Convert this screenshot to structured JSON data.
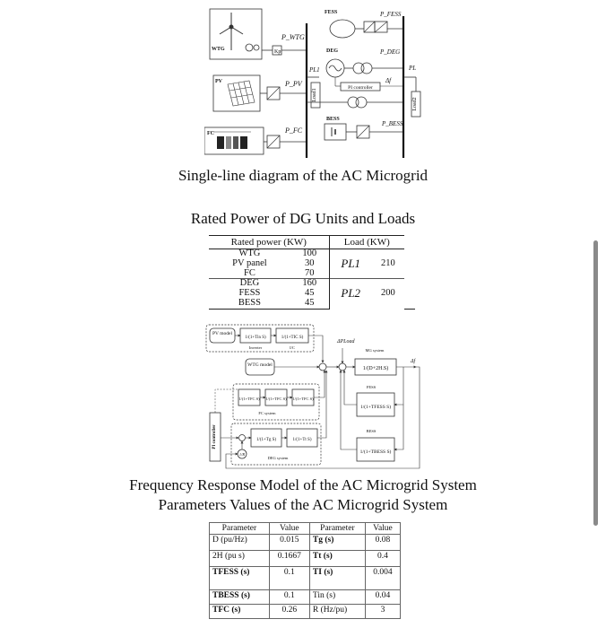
{
  "captions": {
    "diagram1": "Single-line diagram of the AC Microgrid",
    "table1_title": "Rated Power of DG Units and Loads",
    "diagram2": "Frequency Response Model of the AC Microgrid System",
    "table2_title": "Parameters Values of the AC Microgrid System"
  },
  "single_line": {
    "fess": "FESS",
    "p_fess": "P_FESS",
    "wtg": "WTG",
    "p_wtg": "P_WTG",
    "kp": "Kp",
    "deg": "DEG",
    "p_deg": "P_DEG",
    "pv": "PV",
    "p_pv": "P_PV",
    "pl1": "PL1",
    "load1": "Load1",
    "pi_controller": "PI controller",
    "delta_f": "Δf",
    "pl": "PL",
    "load2": "Load2",
    "bess": "BESS",
    "p_bess": "P_BESS",
    "fc": "FC",
    "p_fc": "P_FC"
  },
  "table1": {
    "headers": [
      "Rated power (KW)",
      "Load (KW)"
    ],
    "rows": [
      {
        "name": "WTG",
        "value": "100"
      },
      {
        "name": "PV panel",
        "value": "30"
      },
      {
        "name": "FC",
        "value": "70"
      },
      {
        "name": "DEG",
        "value": "160"
      },
      {
        "name": "FESS",
        "value": "45"
      },
      {
        "name": "BESS",
        "value": "45"
      }
    ],
    "loads": [
      {
        "name": "PL1",
        "value": "210"
      },
      {
        "name": "PL2",
        "value": "200"
      }
    ]
  },
  "freq_model": {
    "pv_model": "PV model",
    "inv_tf": "1/(1+Tin S)",
    "ic_tf": "1/(1+TIC S)",
    "inverter": "Inverter",
    "ic": "I/C",
    "delta_pload": "ΔPLoad",
    "mg_system": "MG system",
    "mg_tf": "1/(D+2H.S)",
    "delta_f": "Δf",
    "wtg_model": "WTG model",
    "fc_tf1": "1/(1+TFC S)",
    "fc_tf2": "1/(1+TFC S)",
    "fc_tf3": "1/(1+TFC S)",
    "fc_system": "FC system",
    "fess": "FESS",
    "fess_tf": "1/(1+TFESS S)",
    "pi_controller": "PI controller",
    "deg_tf1": "1/(1+Tg S)",
    "deg_tf2": "1/(1+Tt S)",
    "bess": "BESS",
    "bess_tf": "1/(1+TBESS S)",
    "droop": "1/R",
    "deg_system": "DEG system"
  },
  "table2": {
    "headers": [
      "Parameter",
      "Value",
      "Parameter",
      "Value"
    ],
    "rows": [
      [
        "D (pu/Hz)",
        "0.015",
        "Tg (s)",
        "0.08"
      ],
      [
        "2H (pu s)",
        "0.1667",
        "Tt (s)",
        "0.4"
      ],
      [
        "TFESS (s)",
        "0.1",
        "TI (s)",
        "0.004"
      ],
      [
        "TBESS (s)",
        "0.1",
        "Tin (s)",
        "0.04"
      ],
      [
        "TFC (s)",
        "0.26",
        "R (Hz/pu)",
        "3"
      ]
    ]
  }
}
